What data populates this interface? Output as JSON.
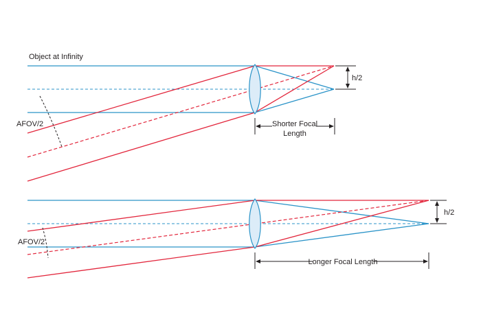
{
  "diagram": {
    "top": {
      "object_label": "Object at Infinity",
      "angle_label": "AFOV/2",
      "height_label": "h/2",
      "focal_label_line1": "Shorter Focal",
      "focal_label_line2": "Length"
    },
    "bottom": {
      "angle_label": "AFOV/2",
      "height_label": "h/2",
      "focal_label": "Longer Focal Length"
    },
    "colors": {
      "axial_ray": "#2a93c8",
      "field_ray": "#e2253b",
      "lens_fill": "#dcecf8",
      "annotation": "#231f20"
    }
  }
}
